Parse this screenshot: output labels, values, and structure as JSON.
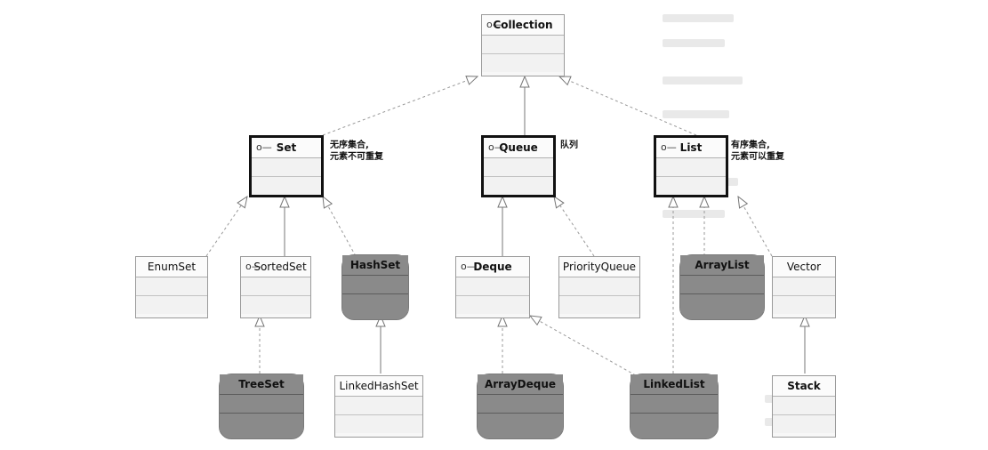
{
  "nodes": {
    "collection": {
      "label": "Collection",
      "icon": "interface-icon"
    },
    "set": {
      "label": "Set",
      "icon": "interface-icon"
    },
    "queue": {
      "label": "Queue",
      "icon": "interface-icon"
    },
    "list": {
      "label": "List",
      "icon": "interface-icon"
    },
    "enumset": {
      "label": "EnumSet"
    },
    "sortedset": {
      "label": "SortedSet",
      "icon": "interface-icon"
    },
    "hashset": {
      "label": "HashSet"
    },
    "deque": {
      "label": "Deque",
      "icon": "interface-icon"
    },
    "priorityqueue": {
      "label": "PriorityQueue"
    },
    "arraylist": {
      "label": "ArrayList"
    },
    "vector": {
      "label": "Vector"
    },
    "treeset": {
      "label": "TreeSet"
    },
    "linkedhashset": {
      "label": "LinkedHashSet"
    },
    "arraydeque": {
      "label": "ArrayDeque"
    },
    "linkedlist": {
      "label": "LinkedList"
    },
    "stack": {
      "label": "Stack"
    }
  },
  "notes": {
    "set": [
      "无序集合,",
      "元素不可重复"
    ],
    "queue": [
      "队列"
    ],
    "list": [
      "有序集合,",
      "元素可以重复"
    ]
  },
  "icons": {
    "interface_glyph": "o—"
  },
  "colors": {
    "implementation_fill": "#8a8a8a",
    "interface_border": "#111111",
    "box_fill": "#f7f7f7"
  }
}
